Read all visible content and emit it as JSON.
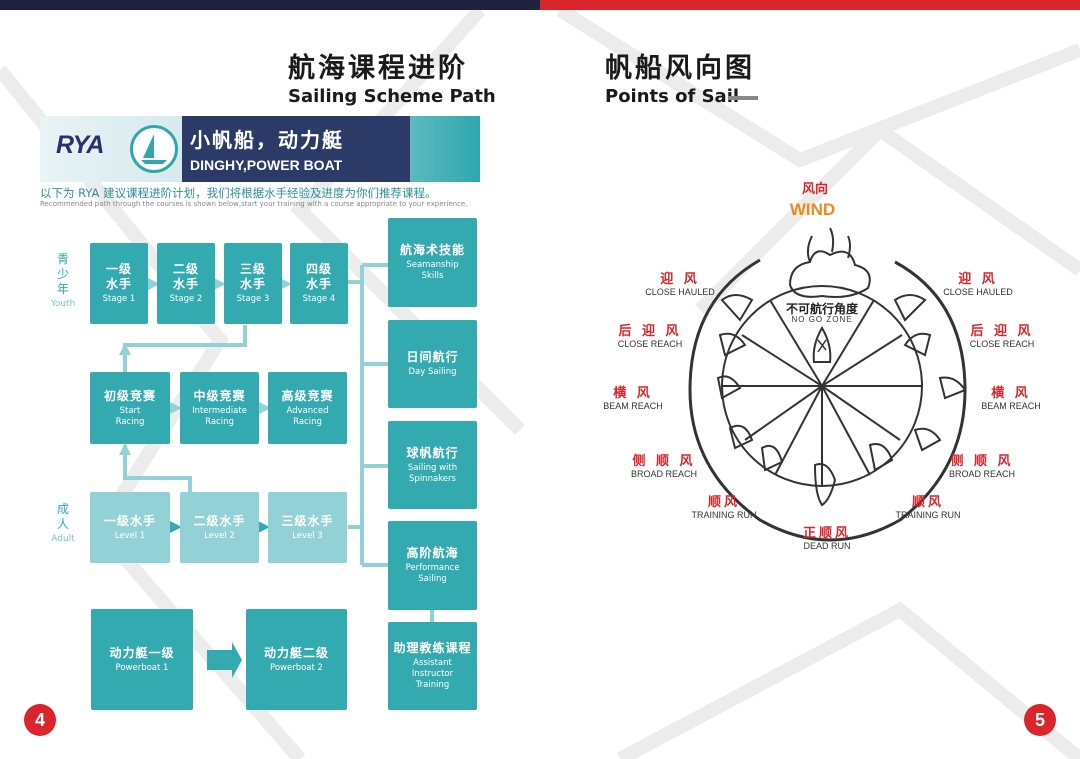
{
  "left_page": {
    "title_cn": "航海课程进阶",
    "title_en": "Sailing Scheme Path",
    "banner": {
      "logo": "RYA",
      "cn": "小帆船，动力艇",
      "en": "DINGHY,POWER BOAT"
    },
    "intro_cn": "以下为 RYA 建议课程进阶计划，我们将根据水手经验及进度为你们推荐课程。",
    "intro_en": "Recommended path through the courses is shown below,start your training with a course appropriate to your experience.",
    "youth_label": {
      "cn": [
        "青",
        "少",
        "年"
      ],
      "en": "Youth"
    },
    "adult_label": {
      "cn": [
        "成",
        "人"
      ],
      "en": "Adult"
    },
    "stages": [
      {
        "cn1": "一级",
        "cn2": "水手",
        "en": "Stage 1"
      },
      {
        "cn1": "二级",
        "cn2": "水手",
        "en": "Stage 2"
      },
      {
        "cn1": "三级",
        "cn2": "水手",
        "en": "Stage 3"
      },
      {
        "cn1": "四级",
        "cn2": "水手",
        "en": "Stage 4"
      }
    ],
    "racing": [
      {
        "cn": "初级竞赛",
        "en1": "Start",
        "en2": "Racing"
      },
      {
        "cn": "中级竞赛",
        "en1": "Intermediate",
        "en2": "Racing"
      },
      {
        "cn": "高级竞赛",
        "en1": "Advanced",
        "en2": "Racing"
      }
    ],
    "levels": [
      {
        "cn": "一级水手",
        "en": "Level  1"
      },
      {
        "cn": "二级水手",
        "en": "Level  2"
      },
      {
        "cn": "三级水手",
        "en": "Level  3"
      }
    ],
    "powerboat": [
      {
        "cn": "动力艇一级",
        "en": "Powerboat 1"
      },
      {
        "cn": "动力艇二级",
        "en": "Powerboat 2"
      }
    ],
    "right_col": [
      {
        "cn": "航海术技能",
        "en1": "Seamanship",
        "en2": "Skills",
        "en3": ""
      },
      {
        "cn": "日间航行",
        "en1": "Day Sailing",
        "en2": "",
        "en3": ""
      },
      {
        "cn": "球帆航行",
        "en1": "Sailing with",
        "en2": "Spinnakers",
        "en3": ""
      },
      {
        "cn": "高阶航海",
        "en1": "Performance",
        "en2": "Sailing",
        "en3": ""
      },
      {
        "cn": "助理教练课程",
        "en1": "Assistant",
        "en2": "Instructor",
        "en3": "Training"
      }
    ],
    "page_number": "4"
  },
  "right_page": {
    "title_cn": "帆船风向图",
    "title_en": "Points of Sail",
    "wind_cn": "风向",
    "wind_en": "WIND",
    "no_go_cn": "不可航行角度",
    "no_go_en": "NO GO ZONE",
    "points": {
      "close_hauled_l": {
        "cn": "迎 风",
        "en": "CLOSE HAULED"
      },
      "close_hauled_r": {
        "cn": "迎 风",
        "en": "CLOSE HAULED"
      },
      "close_reach_l": {
        "cn": "后 迎 风",
        "en": "CLOSE REACH"
      },
      "close_reach_r": {
        "cn": "后 迎 风",
        "en": "CLOSE REACH"
      },
      "beam_reach_l": {
        "cn": "横 风",
        "en": "BEAM REACH"
      },
      "beam_reach_r": {
        "cn": "横 风",
        "en": "BEAM REACH"
      },
      "broad_reach_l": {
        "cn": "侧 顺 风",
        "en": "BROAD REACH"
      },
      "broad_reach_r": {
        "cn": "侧 顺 风",
        "en": "BROAD REACH"
      },
      "training_run_l": {
        "cn": "顺风",
        "en": "TRAINING RUN"
      },
      "training_run_r": {
        "cn": "顺风",
        "en": "TRAINING RUN"
      },
      "dead_run": {
        "cn": "正顺风",
        "en": "DEAD RUN"
      }
    },
    "page_number": "5"
  },
  "colors": {
    "teal": "#33a9b0",
    "teal_light": "#92d2d6",
    "navy": "#1f2340",
    "red": "#d9252b"
  }
}
